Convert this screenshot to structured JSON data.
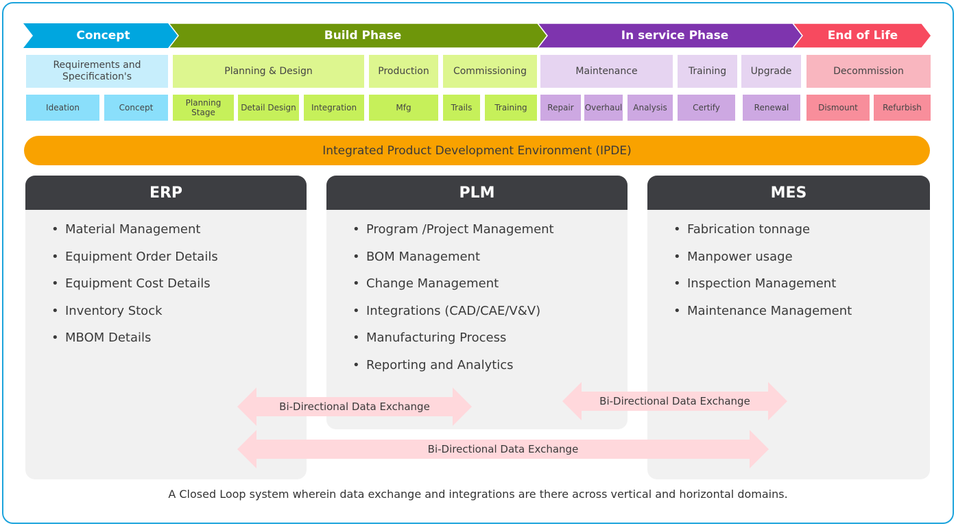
{
  "phases": [
    {
      "label": "Concept",
      "color": "#00A6DF"
    },
    {
      "label": "Build Phase",
      "color": "#6E960A"
    },
    {
      "label": "In service Phase",
      "color": "#7E34AE"
    },
    {
      "label": "End of Life",
      "color": "#F74A5F"
    }
  ],
  "stages": [
    "Requirements and Specification's",
    "Planning & Design",
    "Production",
    "Commissioning",
    "Maintenance",
    "Training",
    "Upgrade",
    "Decommission"
  ],
  "activities": [
    "Ideation",
    "Concept",
    "Planning Stage",
    "Detail Design",
    "Integration",
    "Mfg",
    "Trails",
    "Training",
    "Repair",
    "Overhaul",
    "Analysis",
    "Certify",
    "Renewal",
    "Dismount",
    "Refurbish"
  ],
  "ipde": "Integrated Product Development Environment (IPDE)",
  "systems": {
    "erp": {
      "title": "ERP",
      "items": [
        "Material Management",
        "Equipment Order Details",
        "Equipment Cost Details",
        "Inventory Stock",
        "MBOM Details"
      ]
    },
    "plm": {
      "title": "PLM",
      "items": [
        "Program /Project Management",
        "BOM Management",
        "Change Management",
        "Integrations (CAD/CAE/V&V)",
        "Manufacturing Process",
        "Reporting and Analytics"
      ]
    },
    "mes": {
      "title": "MES",
      "items": [
        "Fabrication tonnage",
        "Manpower usage",
        "Inspection Management",
        "Maintenance Management"
      ]
    }
  },
  "exchanges": [
    "Bi-Directional Data Exchange",
    "Bi-Directional Data Exchange",
    "Bi-Directional Data Exchange"
  ],
  "caption": "A Closed Loop system wherein data exchange and integrations are there across vertical and horizontal domains."
}
